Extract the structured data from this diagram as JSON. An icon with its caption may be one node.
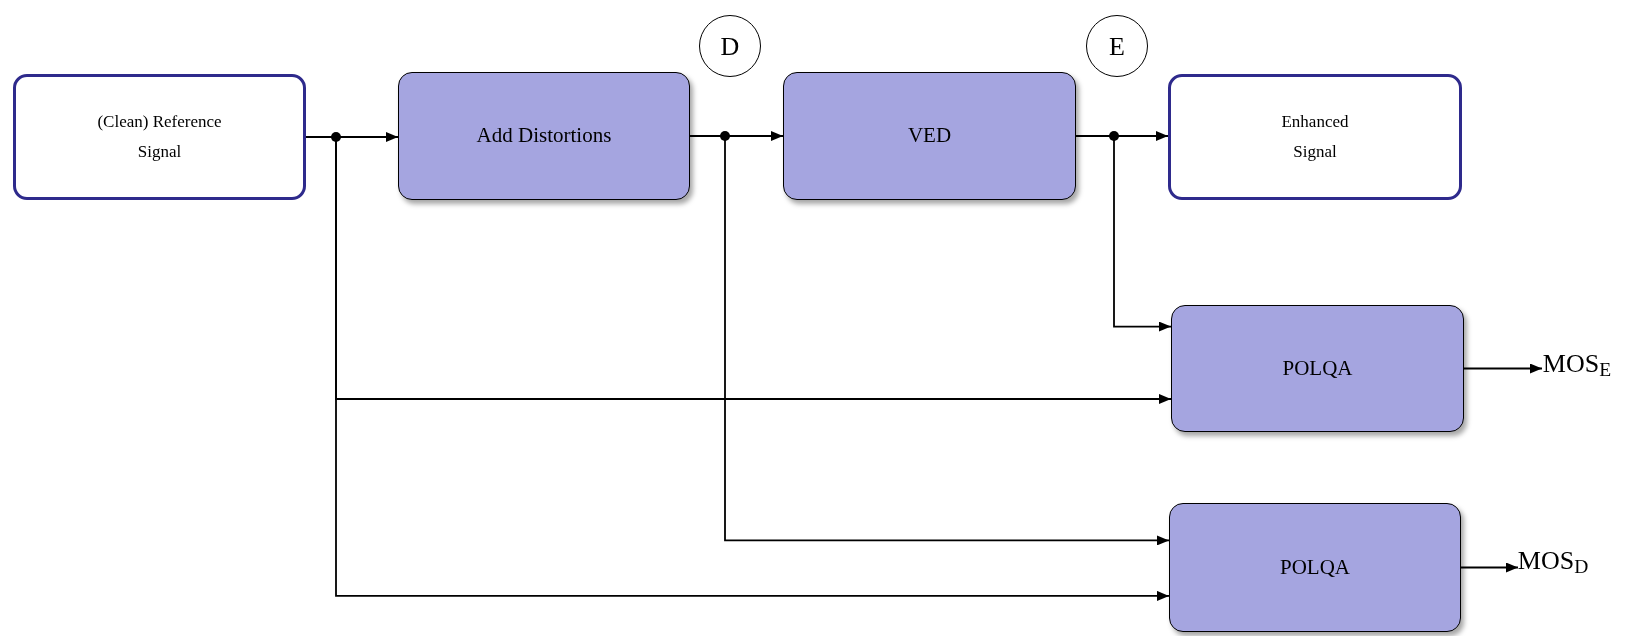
{
  "diagram": {
    "nodes": [
      {
        "text": [
          "(Clean) Reference Signal"
        ]
      },
      {
        "text": [
          "Add Distortions"
        ]
      },
      {
        "text": [
          "D"
        ]
      },
      {
        "text": [
          "VED"
        ]
      },
      {
        "text": [
          "E"
        ]
      },
      {
        "text": [
          "Enhanced Signal"
        ]
      },
      {
        "text": [
          "POLQA"
        ]
      },
      {
        "text": [
          "MOS$_{E}$"
        ]
      },
      {
        "text": [
          "POLQA"
        ]
      },
      {
        "text": [
          "MOS$_{D}$"
        ]
      }
    ],
    "edges": [
      {
        "from": 0,
        "to": 1,
        "arrow": "to"
      },
      {
        "from": 1,
        "to": 3,
        "arrow": "to"
      },
      {
        "from": 3,
        "to": 5,
        "arrow": "to"
      },
      {
        "from": 3,
        "to": 6,
        "arrow": "to"
      },
      {
        "from": 0,
        "to": 6,
        "arrow": "to"
      },
      {
        "from": 1,
        "to": 8,
        "arrow": "to"
      },
      {
        "from": 0,
        "to": 8,
        "arrow": "to"
      },
      {
        "from": 6,
        "to": 7,
        "arrow": "to"
      },
      {
        "from": 8,
        "to": 9,
        "arrow": "to"
      }
    ]
  }
}
